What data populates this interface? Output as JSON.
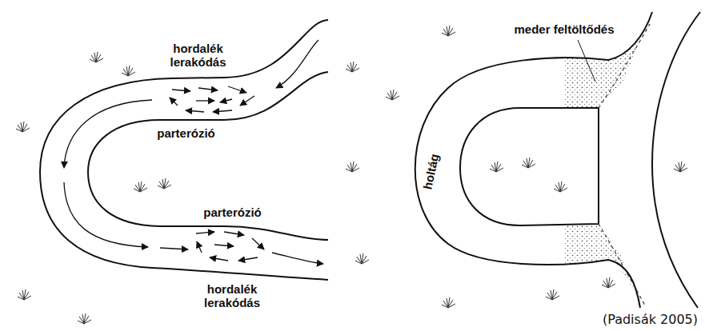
{
  "diagram": {
    "caption": "(Padisák 2005)",
    "labels": [
      "hordalék lerakódás",
      "parterózió",
      "parterózió",
      "hordalék lerakódás",
      "meder feltöltődés",
      "holtág"
    ]
  }
}
